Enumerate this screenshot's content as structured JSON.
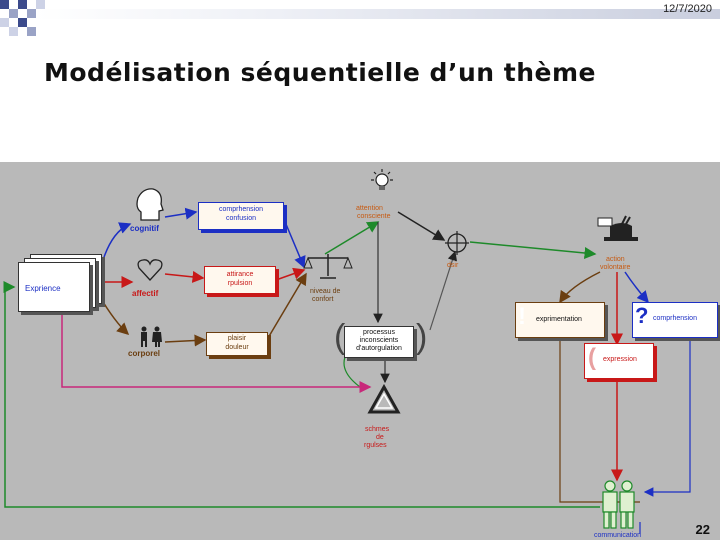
{
  "header": {
    "date": "12/7/2020",
    "title": "Modélisation séquentielle d’un thème"
  },
  "colors": {
    "blue": "#1c2fc4",
    "red": "#c81818",
    "green": "#1e8a2a",
    "magenta": "#c8287a",
    "brown": "#6b3e10",
    "orange": "#c65a12",
    "dark": "#222222"
  },
  "diagram": {
    "experience": "Exprience",
    "cognitif": "cognitif",
    "affectif": "affectif",
    "corporel": "corporel",
    "comprehension_confusion": [
      "comprhension",
      "confusion"
    ],
    "attirance_repulsion": [
      "attirance",
      "rpulsion"
    ],
    "plaisir_douleur": [
      "plaisir",
      "douleur"
    ],
    "attention_consciente": [
      "attention",
      "consciente"
    ],
    "niveau_confort": [
      "niveau de",
      "confort"
    ],
    "processus": [
      "processus",
      "inconscients",
      "d'autorgulation"
    ],
    "schemes": [
      "schmes",
      "de",
      "rgulses"
    ],
    "desir": "dsir",
    "action_volontaire": [
      "action",
      "volontaire"
    ],
    "experimentation": "exprimentation",
    "comprehension": "comprhension",
    "expression": "expression",
    "communication": "communication",
    "icons": [
      "head-icon",
      "heart-icon",
      "people-icon",
      "lightbulb-icon",
      "scale-icon",
      "target-icon",
      "magic-hat-icon",
      "recycle-icon",
      "two-persons-icon",
      "exclamation-icon",
      "question-icon",
      "parenthesis-icon"
    ]
  },
  "footer": {
    "page": "22"
  }
}
